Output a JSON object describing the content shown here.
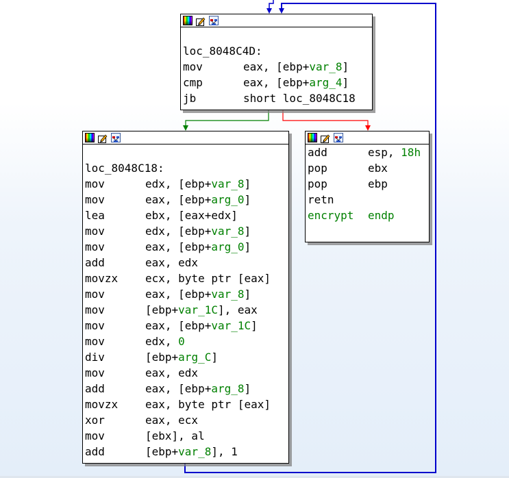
{
  "colors": {
    "node_bg": "#ffffff",
    "variable_green": "#008000",
    "edge_true": "#008000",
    "edge_false": "#ff0000",
    "edge_loop": "#0000cc"
  },
  "toolbar_icons": [
    "color-palette-icon",
    "rename-icon",
    "graph-overview-icon"
  ],
  "nodes": {
    "loop_head": {
      "label": "loc_8048C4D:",
      "lines": [
        {
          "mn": "mov",
          "ops": [
            {
              "t": "eax, [ebp+"
            },
            {
              "t": "var_8",
              "v": 1
            },
            {
              "t": "]"
            }
          ]
        },
        {
          "mn": "cmp",
          "ops": [
            {
              "t": "eax, [ebp+"
            },
            {
              "t": "arg_4",
              "v": 1
            },
            {
              "t": "]"
            }
          ]
        },
        {
          "mn": "jb",
          "ops": [
            {
              "t": "short loc_8048C18"
            }
          ]
        }
      ]
    },
    "loop_body": {
      "label": "loc_8048C18:",
      "lines": [
        {
          "mn": "mov",
          "ops": [
            {
              "t": "edx, [ebp+"
            },
            {
              "t": "var_8",
              "v": 1
            },
            {
              "t": "]"
            }
          ]
        },
        {
          "mn": "mov",
          "ops": [
            {
              "t": "eax, [ebp+"
            },
            {
              "t": "arg_0",
              "v": 1
            },
            {
              "t": "]"
            }
          ]
        },
        {
          "mn": "lea",
          "ops": [
            {
              "t": "ebx, [eax+edx]"
            }
          ]
        },
        {
          "mn": "mov",
          "ops": [
            {
              "t": "edx, [ebp+"
            },
            {
              "t": "var_8",
              "v": 1
            },
            {
              "t": "]"
            }
          ]
        },
        {
          "mn": "mov",
          "ops": [
            {
              "t": "eax, [ebp+"
            },
            {
              "t": "arg_0",
              "v": 1
            },
            {
              "t": "]"
            }
          ]
        },
        {
          "mn": "add",
          "ops": [
            {
              "t": "eax, edx"
            }
          ]
        },
        {
          "mn": "movzx",
          "ops": [
            {
              "t": "ecx, byte ptr [eax]"
            }
          ]
        },
        {
          "mn": "mov",
          "ops": [
            {
              "t": "eax, [ebp+"
            },
            {
              "t": "var_8",
              "v": 1
            },
            {
              "t": "]"
            }
          ]
        },
        {
          "mn": "mov",
          "ops": [
            {
              "t": "[ebp+"
            },
            {
              "t": "var_1C",
              "v": 1
            },
            {
              "t": "], eax"
            }
          ]
        },
        {
          "mn": "mov",
          "ops": [
            {
              "t": "eax, [ebp+"
            },
            {
              "t": "var_1C",
              "v": 1
            },
            {
              "t": "]"
            }
          ]
        },
        {
          "mn": "mov",
          "ops": [
            {
              "t": "edx, "
            },
            {
              "t": "0",
              "v": 1
            }
          ]
        },
        {
          "mn": "div",
          "ops": [
            {
              "t": "[ebp+"
            },
            {
              "t": "arg_C",
              "v": 1
            },
            {
              "t": "]"
            }
          ]
        },
        {
          "mn": "mov",
          "ops": [
            {
              "t": "eax, edx"
            }
          ]
        },
        {
          "mn": "add",
          "ops": [
            {
              "t": "eax, [ebp+"
            },
            {
              "t": "arg_8",
              "v": 1
            },
            {
              "t": "]"
            }
          ]
        },
        {
          "mn": "movzx",
          "ops": [
            {
              "t": "eax, byte ptr [eax]"
            }
          ]
        },
        {
          "mn": "xor",
          "ops": [
            {
              "t": "eax, ecx"
            }
          ]
        },
        {
          "mn": "mov",
          "ops": [
            {
              "t": "[ebx], al"
            }
          ]
        },
        {
          "mn": "add",
          "ops": [
            {
              "t": "[ebp+"
            },
            {
              "t": "var_8",
              "v": 1
            },
            {
              "t": "], 1"
            }
          ]
        }
      ]
    },
    "exit_block": {
      "lines": [
        {
          "mn": "add",
          "ops": [
            {
              "t": "esp, "
            },
            {
              "t": "18h",
              "v": 1
            }
          ]
        },
        {
          "mn": "pop",
          "ops": [
            {
              "t": "ebx"
            }
          ]
        },
        {
          "mn": "pop",
          "ops": [
            {
              "t": "ebp"
            }
          ]
        },
        {
          "mn": "retn",
          "ops": []
        },
        {
          "mn": "encrypt",
          "mn_green": 1,
          "ops": [
            {
              "t": "endp",
              "v": 1
            }
          ]
        }
      ]
    }
  }
}
